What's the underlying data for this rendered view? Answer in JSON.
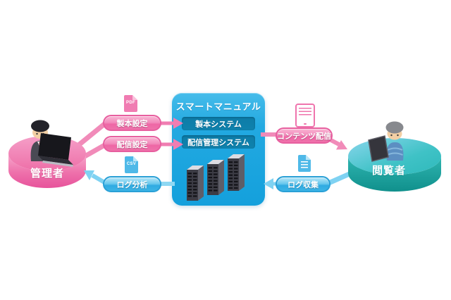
{
  "diagram": {
    "box": {
      "title": "スマートマニュアル",
      "systems": [
        {
          "label": "製本システム"
        },
        {
          "label": "配信管理システム"
        }
      ]
    },
    "actors": {
      "admin": {
        "label": "管理者"
      },
      "viewer": {
        "label": "閲覧者"
      }
    },
    "flows": {
      "binding_settings": {
        "label": "製本設定",
        "badge": "PDF"
      },
      "delivery_settings": {
        "label": "配信設定"
      },
      "log_analysis": {
        "label": "ログ分析",
        "badge": "CSV"
      },
      "content_delivery": {
        "label": "コンテンツ配信"
      },
      "log_collection": {
        "label": "ログ収集"
      }
    },
    "colors": {
      "pink_accent": "#ee6ba7",
      "blue_accent": "#29a9e0",
      "box_blue": "#1ba4de",
      "system_box_blue": "#0d7ca7",
      "viewer_teal": "#2cb2ae",
      "arrow_pink": "#f18bb9",
      "arrow_blue": "#7fd2f2"
    }
  }
}
